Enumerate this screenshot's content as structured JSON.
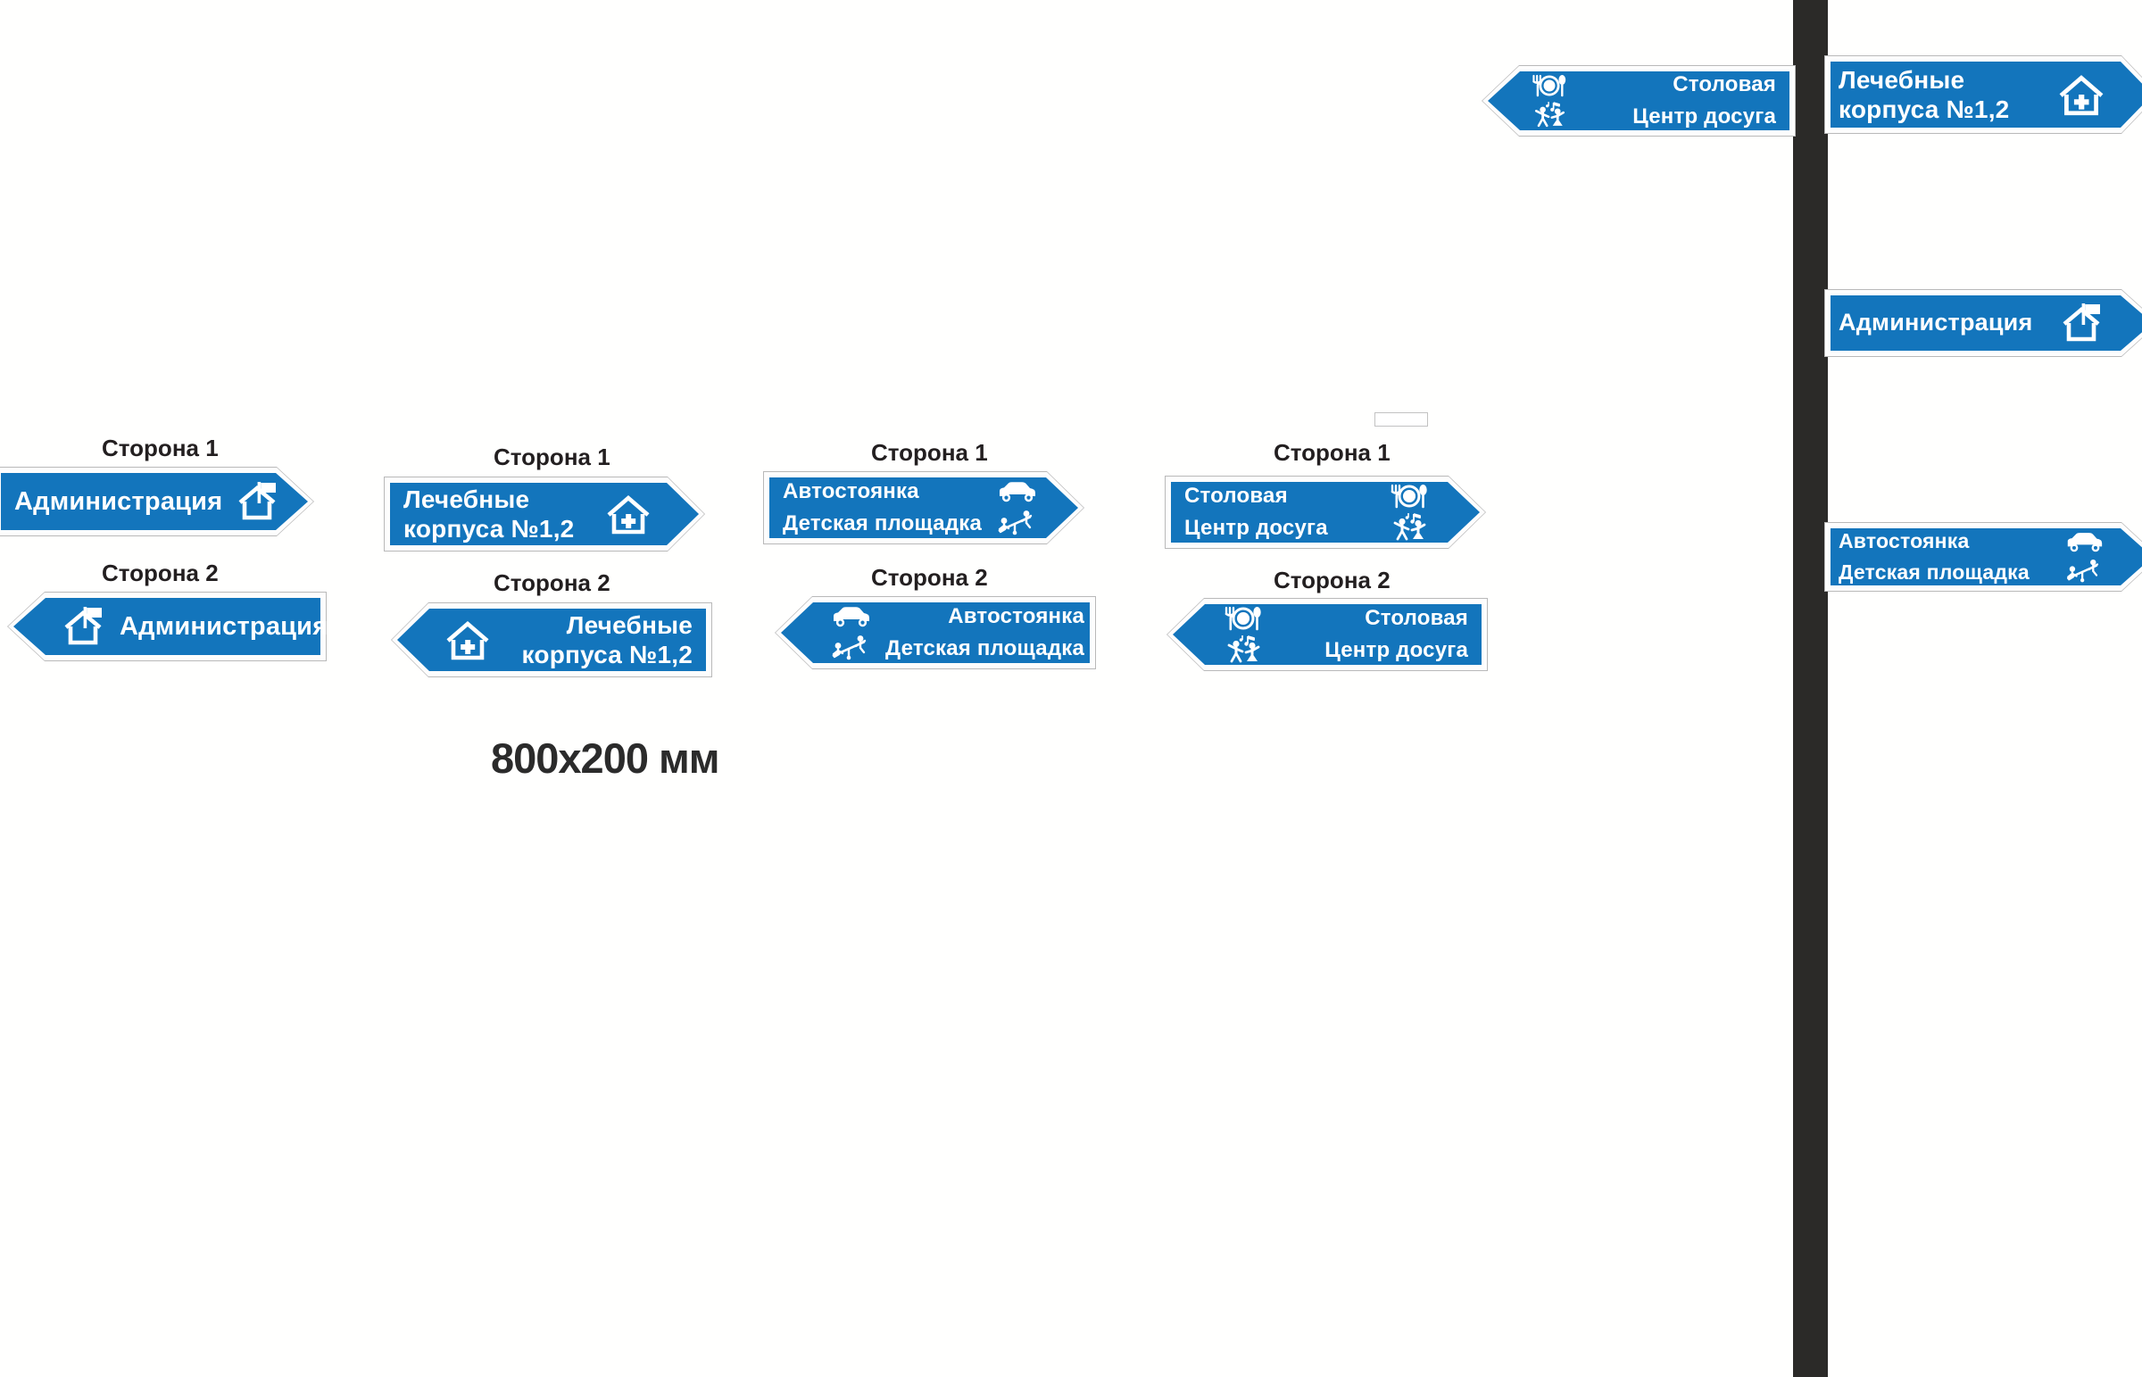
{
  "page": {
    "background_color": "#fffffe",
    "sign_blue": "#1375bc",
    "sign_border_white": "#fdfdfd",
    "sign_outline_gray": "#b9b9b9",
    "text_color": "#ffffff",
    "caption_color": "#231f20",
    "pole_color": "#2b2a28"
  },
  "dimension_label": "800x200 мм",
  "captions": {
    "side1": "Сторона 1",
    "side2": "Сторона 2"
  },
  "icon_names": {
    "administration": "house-with-flag-icon",
    "medical": "house-with-cross-icon",
    "parking": "car-icon",
    "playground": "seesaw-children-icon",
    "canteen": "plate-fork-spoon-icon",
    "leisure": "dancing-people-music-icon"
  },
  "sign_groups": [
    {
      "group_id": "administration",
      "side1": {
        "caption": "Сторона 1",
        "direction": "right",
        "lines": [
          "Администрация"
        ],
        "icons": [
          "administration"
        ]
      },
      "side2": {
        "caption": "Сторона 2",
        "direction": "left",
        "lines": [
          "Администрация"
        ],
        "icons": [
          "administration"
        ]
      }
    },
    {
      "group_id": "medical-buildings",
      "side1": {
        "caption": "Сторона 1",
        "direction": "right",
        "lines": [
          "Лечебные",
          "корпуса №1,2"
        ],
        "icons": [
          "medical"
        ]
      },
      "side2": {
        "caption": "Сторона 2",
        "direction": "left",
        "lines": [
          "Лечебные",
          "корпуса №1,2"
        ],
        "icons": [
          "medical"
        ]
      }
    },
    {
      "group_id": "parking-playground",
      "side1": {
        "caption": "Сторона 1",
        "direction": "right",
        "lines": [
          "Автостоянка",
          "Детская площадка"
        ],
        "icons": [
          "parking",
          "playground"
        ]
      },
      "side2": {
        "caption": "Сторона 2",
        "direction": "left",
        "lines": [
          "Автостоянка",
          "Детская площадка"
        ],
        "icons": [
          "parking",
          "playground"
        ]
      }
    },
    {
      "group_id": "canteen-leisure",
      "side1": {
        "caption": "Сторона 1",
        "direction": "right",
        "lines": [
          "Столовая",
          "Центр досуга"
        ],
        "icons": [
          "canteen",
          "leisure"
        ]
      },
      "side2": {
        "caption": "Сторона 2",
        "direction": "left",
        "lines": [
          "Столовая",
          "Центр досуга"
        ],
        "icons": [
          "canteen",
          "leisure"
        ]
      }
    }
  ],
  "pole_assembly": {
    "signs": [
      {
        "sign_id": "pole-canteen-left",
        "direction": "left",
        "lines": [
          "Столовая",
          "Центр досуга"
        ],
        "icons": [
          "canteen",
          "leisure"
        ]
      },
      {
        "sign_id": "pole-medical-right",
        "direction": "right",
        "lines": [
          "Лечебные",
          "корпуса №1,2"
        ],
        "icons": [
          "medical"
        ]
      },
      {
        "sign_id": "pole-administration-right",
        "direction": "right",
        "lines": [
          "Администрация"
        ],
        "icons": [
          "administration"
        ]
      },
      {
        "sign_id": "pole-parking-right",
        "direction": "right",
        "lines": [
          "Автостоянка",
          "Детская площадка"
        ],
        "icons": [
          "parking",
          "playground"
        ]
      }
    ]
  }
}
